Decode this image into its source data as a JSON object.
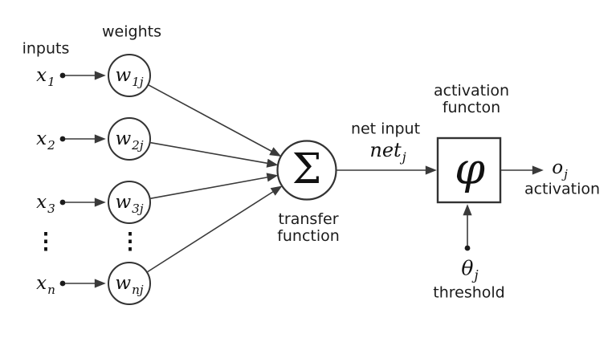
{
  "diagram": {
    "labels": {
      "inputs": "inputs",
      "weights": "weights",
      "transfer_line1": "transfer",
      "transfer_line2": "function",
      "net_input": "net input",
      "activation_fn_line1": "activation",
      "activation_fn_line2": "functon",
      "output_activation": "activation",
      "threshold": "threshold"
    },
    "nodes": {
      "sum_symbol": "Σ",
      "activation_symbol": "φ"
    },
    "inputs": [
      {
        "base": "x",
        "sub": "1"
      },
      {
        "base": "x",
        "sub": "2"
      },
      {
        "base": "x",
        "sub": "3"
      },
      {
        "base": "x",
        "sub": "n"
      }
    ],
    "weights": [
      {
        "base": "w",
        "sub": "1j"
      },
      {
        "base": "w",
        "sub": "2j"
      },
      {
        "base": "w",
        "sub": "3j"
      },
      {
        "base": "w",
        "sub": "nj"
      }
    ],
    "net": {
      "base": "net",
      "sub": "j"
    },
    "output": {
      "base": "o",
      "sub": "j"
    },
    "theta": {
      "base": "θ",
      "sub": "j"
    },
    "ellipsis": "⋮",
    "colors": {
      "background": "#ffffff",
      "line": "#3a3a3a",
      "text": "#1b1b1b"
    }
  }
}
